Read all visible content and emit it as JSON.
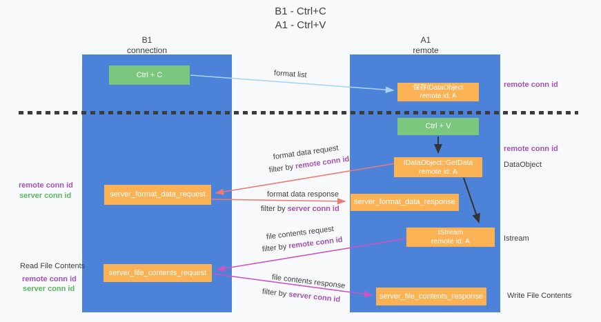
{
  "title": {
    "line1": "B1 - Ctrl+C",
    "line2": "A1 - Ctrl+V"
  },
  "columns": {
    "left": {
      "name": "B1",
      "subtitle": "connection"
    },
    "right": {
      "name": "A1",
      "subtitle": "remote"
    }
  },
  "boxes": {
    "ctrl_c": {
      "label": "Ctrl + C"
    },
    "ctrl_v": {
      "label": "Ctrl + V"
    },
    "save_idataobject": {
      "line1": "保存IDataObject",
      "line2": "remote id: A"
    },
    "getdata": {
      "line1": "IDataObject::GetData",
      "line2": "remote id: A"
    },
    "istream": {
      "line1": "IStream",
      "line2": "remote id: A"
    },
    "format_request": {
      "label": "server_format_data_request"
    },
    "format_response": {
      "label": "server_format_data_response"
    },
    "file_request": {
      "label": "server_file_contents_request"
    },
    "file_response": {
      "label": "server_file_contents_response"
    }
  },
  "flow_labels": {
    "format_list": "format list",
    "format_data_request": "format data request",
    "format_data_response": "format data response",
    "file_contents_request": "file contents request",
    "file_contents_response": "file contents response",
    "filter_by": "filter by ",
    "remote_conn_id": "remote conn id",
    "server_conn_id": "server conn id"
  },
  "side_labels": {
    "remote_conn_id": "remote conn id",
    "server_conn_id": "server conn id",
    "dataobject": "DataObject",
    "istream": "Istream",
    "read_file_contents": "Read File Contents",
    "write_file_contents": "Write File Contents"
  },
  "colors": {
    "panel_blue": "#4c82d8",
    "box_green": "#7cc77e",
    "box_orange": "#fbb255",
    "arrow_light_blue": "#abd3f0",
    "arrow_red": "#ee7a76",
    "arrow_pink": "#ce53c3",
    "arrow_black": "#333333",
    "text_purple": "#a553b3",
    "text_green": "#5cb85c",
    "dash_color": "#3b3b3b",
    "background": "#f8f9fa"
  }
}
